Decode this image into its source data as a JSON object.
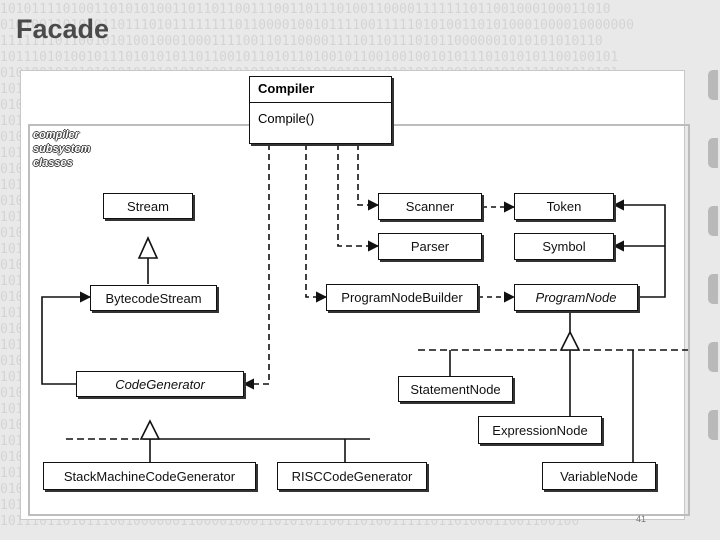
{
  "slide": {
    "title": "Facade",
    "page_number": "41",
    "background_binary": [
      "101011110100110101010011011011001110011011101001100001111111011001000100011010",
      "010100110101011011101011111111011000010010111100111110101001101010001000010000000",
      "11111110110010101001000100011110011011000011110110111010110000001010101010110",
      "1011101010010111010101011011001011010110100101100100100101011101010101100100101",
      "0101001010101010101010101010010101010101010010101010101010010101010110101010101",
      "1010101101011010110101001010101010101010101010101010101101010101010101010100101",
      "0101010101010101010101010101010101010101010101010101010101010101010101010101010",
      "1010101010101010101010101010101010101010101010101010101010101010101010101010101",
      "0101010101010101010101010101010101010101010101010101010101010101010101010101010",
      "1010101010101010101010101010101010101010101010101010101010101010101010101010101",
      "0101010101010101010101010101010101010101010101010101010101010101010101010101010",
      "1010101010101010101010101010101010101010101010101010101010101010101010101010101",
      "0101010101010101010101010101010101010101010101010101010101010101010101010101010",
      "1010101010101010101010101010101010101010101010101010101010101010101010101010101",
      "0101010101010101010101010101010101010101010101010101010101010101010101010101010",
      "1010101010101010101010101010101010101010101010101010101010101010101010101010101",
      "0101010101010101010101010101010101010101010101010101010101010101010101010101010",
      "1010101010101010101010101010101010101010101010101010101010101010101010101010101",
      "0101010101010101010101010101010101010101010101010101010101010101010101010101010",
      "1010101010101010101010101010101010101010101010101010101010101010101010101010101",
      "0101010101010101010101010101010101010101010101010101010101010101010101010101010",
      "1010101010101010101010101010101010101010101010101010101010101010101010101010101",
      "0101010101010101010101010101010101010101010101010101010101010101010101010101010",
      "1010101010101010101010101010101010101010101010101010101010101010101010101010101",
      "0101010101010101010101010101010101010101010101010101010101010101010101010101010",
      "1010101010101010101010101010101010101010101010101010101010101010101010101010101",
      "0101010101010101010101010101010101010101010101010101010101010101010101010101010",
      "1010101010101010101010101010101010101010101010101010101010101010101010101010101",
      "0101010101010101010101010101010101010101010101010101010101010101010101010101010",
      "1010101010101010101010101010101010101010101010101010101010101010101010101010101",
      "0101010101010101010101010101010101010101010101010101010101010101010101010101010",
      "1010101010101010101010101010101010101010101010101010101010101010101010101010101",
      "10111011010111001000000110000100011010101100110100111110110100011001100100"
    ]
  },
  "diagram": {
    "subsystem_label": "compiler\nsubsystem\nclasses",
    "compiler": {
      "name": "Compiler",
      "operation": "Compile()"
    },
    "classes": {
      "stream": "Stream",
      "bytecode_stream": "BytecodeStream",
      "code_generator": "CodeGenerator",
      "stack_machine_code_generator": "StackMachineCodeGenerator",
      "risc_code_generator": "RISCCodeGenerator",
      "scanner": "Scanner",
      "token": "Token",
      "parser": "Parser",
      "symbol": "Symbol",
      "program_node_builder": "ProgramNodeBuilder",
      "program_node": "ProgramNode",
      "statement_node": "StatementNode",
      "expression_node": "ExpressionNode",
      "variable_node": "VariableNode"
    }
  }
}
